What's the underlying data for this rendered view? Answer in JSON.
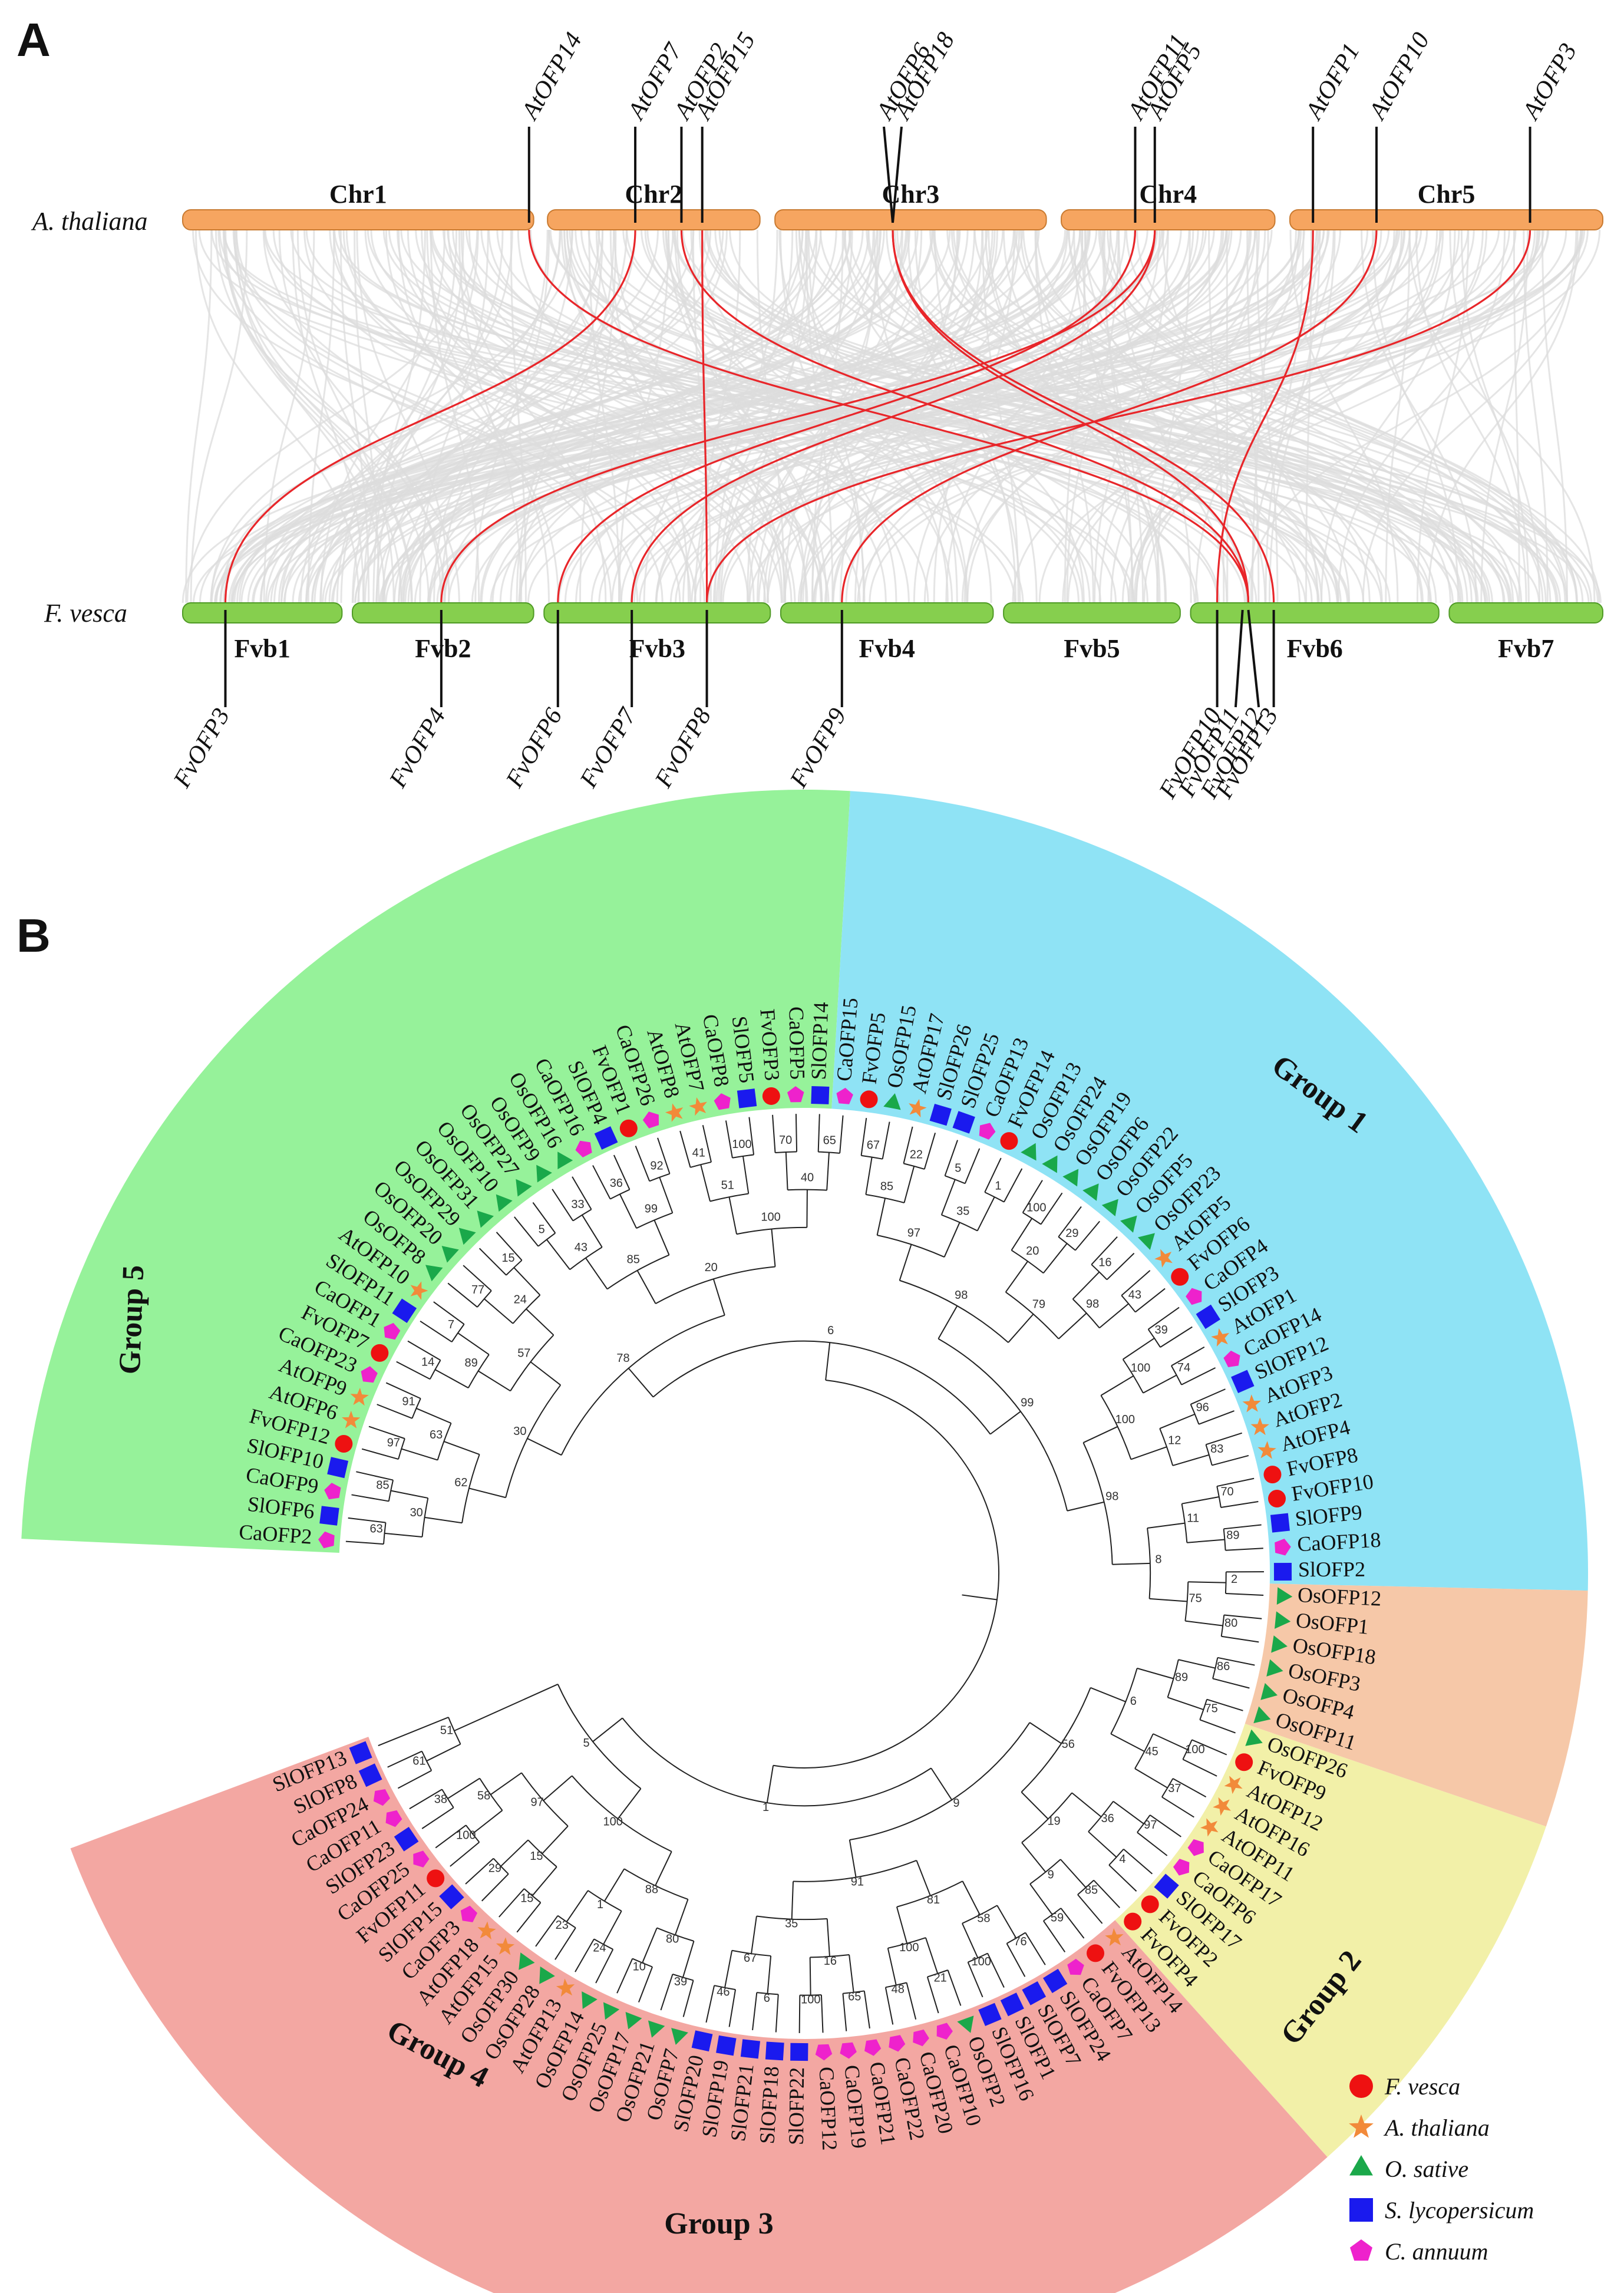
{
  "panel_a": {
    "label": "A",
    "top_species": "A. thaliana",
    "bottom_species": "F. vesca",
    "top_chromosomes": [
      {
        "name": "Chr1",
        "start": 0,
        "end": 30.4
      },
      {
        "name": "Chr2",
        "start": 31.6,
        "end": 50.0
      },
      {
        "name": "Chr3",
        "start": 51.3,
        "end": 74.8
      },
      {
        "name": "Chr4",
        "start": 76.1,
        "end": 94.6
      },
      {
        "name": "Chr5",
        "start": 95.9,
        "end": 123.0
      }
    ],
    "bottom_chromosomes": [
      {
        "name": "Fvb1",
        "start": 0,
        "end": 13.8
      },
      {
        "name": "Fvb2",
        "start": 14.7,
        "end": 30.4
      },
      {
        "name": "Fvb3",
        "start": 31.3,
        "end": 50.9
      },
      {
        "name": "Fvb4",
        "start": 51.8,
        "end": 70.2
      },
      {
        "name": "Fvb5",
        "start": 71.1,
        "end": 86.4
      },
      {
        "name": "Fvb6",
        "start": 87.3,
        "end": 108.8
      },
      {
        "name": "Fvb7",
        "start": 109.7,
        "end": 123.0
      }
    ],
    "top_genes": [
      {
        "name": "AtOFP14",
        "pos": 30.0
      },
      {
        "name": "AtOFP7",
        "pos": 39.2
      },
      {
        "name": "AtOFP2",
        "pos": 43.2
      },
      {
        "name": "AtOFP15",
        "pos": 45.0
      },
      {
        "name": "AtOFP6",
        "pos": 61.5
      },
      {
        "name": "AtOFP18",
        "pos": 61.5
      },
      {
        "name": "AtOFP11",
        "pos": 82.5
      },
      {
        "name": "AtOFP5",
        "pos": 84.2
      },
      {
        "name": "AtOFP1",
        "pos": 97.9
      },
      {
        "name": "AtOFP10",
        "pos": 103.4
      },
      {
        "name": "AtOFP3",
        "pos": 116.7
      }
    ],
    "bottom_genes": [
      {
        "name": "FvOFP3",
        "pos": 3.7
      },
      {
        "name": "FvOFP4",
        "pos": 22.4
      },
      {
        "name": "FvOFP6",
        "pos": 32.5
      },
      {
        "name": "FvOFP7",
        "pos": 38.9
      },
      {
        "name": "FvOFP8",
        "pos": 45.4
      },
      {
        "name": "FvOFP9",
        "pos": 57.1
      },
      {
        "name": "FvOFP10",
        "pos": 89.6
      },
      {
        "name": "FvOFP11",
        "pos": 91.8
      },
      {
        "name": "FvOFP12",
        "pos": 92.3
      },
      {
        "name": "FvOFP13",
        "pos": 94.5
      }
    ],
    "synteny_links": [
      [
        "AtOFP14",
        "FvOFP12"
      ],
      [
        "AtOFP7",
        "FvOFP3"
      ],
      [
        "AtOFP2",
        "FvOFP12"
      ],
      [
        "AtOFP15",
        "FvOFP8"
      ],
      [
        "AtOFP6",
        "FvOFP13"
      ],
      [
        "AtOFP18",
        "FvOFP12"
      ],
      [
        "AtOFP11",
        "FvOFP6"
      ],
      [
        "AtOFP5",
        "FvOFP7"
      ],
      [
        "AtOFP5",
        "FvOFP4"
      ],
      [
        "AtOFP1",
        "FvOFP10"
      ],
      [
        "AtOFP10",
        "FvOFP9"
      ],
      [
        "AtOFP3",
        "FvOFP8"
      ]
    ]
  },
  "panel_b": {
    "label": "B",
    "groups": [
      {
        "name": "Group 1",
        "color": "#96f29a"
      },
      {
        "name": "Group 2",
        "color": "#8fe3f5"
      },
      {
        "name": "Group 3",
        "color": "#f6c8a8"
      },
      {
        "name": "Group 4",
        "color": "#f2f0a8"
      },
      {
        "name": "Group 5",
        "color": "#f3a7a2"
      }
    ],
    "leaves": [
      {
        "name": "CaOFP2",
        "sp": "ca",
        "g": 0
      },
      {
        "name": "SlOFP6",
        "sp": "sl",
        "g": 0
      },
      {
        "name": "CaOFP9",
        "sp": "ca",
        "g": 0
      },
      {
        "name": "SlOFP10",
        "sp": "sl",
        "g": 0
      },
      {
        "name": "FvOFP12",
        "sp": "fv",
        "g": 0
      },
      {
        "name": "AtOFP6",
        "sp": "at",
        "g": 0
      },
      {
        "name": "AtOFP9",
        "sp": "at",
        "g": 0
      },
      {
        "name": "CaOFP23",
        "sp": "ca",
        "g": 0
      },
      {
        "name": "FvOFP7",
        "sp": "fv",
        "g": 0
      },
      {
        "name": "CaOFP1",
        "sp": "ca",
        "g": 0
      },
      {
        "name": "SlOFP11",
        "sp": "sl",
        "g": 0
      },
      {
        "name": "AtOFP10",
        "sp": "at",
        "g": 0
      },
      {
        "name": "OsOFP8",
        "sp": "os",
        "g": 0
      },
      {
        "name": "OsOFP20",
        "sp": "os",
        "g": 0
      },
      {
        "name": "OsOFP29",
        "sp": "os",
        "g": 0
      },
      {
        "name": "OsOFP31",
        "sp": "os",
        "g": 0
      },
      {
        "name": "OsOFP10",
        "sp": "os",
        "g": 0
      },
      {
        "name": "OsOFP27",
        "sp": "os",
        "g": 0
      },
      {
        "name": "OsOFP9",
        "sp": "os",
        "g": 0
      },
      {
        "name": "OsOFP16",
        "sp": "os",
        "g": 0
      },
      {
        "name": "CaOFP16",
        "sp": "ca",
        "g": 0
      },
      {
        "name": "SlOFP4",
        "sp": "sl",
        "g": 0
      },
      {
        "name": "FvOFP1",
        "sp": "fv",
        "g": 0
      },
      {
        "name": "CaOFP26",
        "sp": "ca",
        "g": 0
      },
      {
        "name": "AtOFP8",
        "sp": "at",
        "g": 0
      },
      {
        "name": "AtOFP7",
        "sp": "at",
        "g": 0
      },
      {
        "name": "CaOFP8",
        "sp": "ca",
        "g": 0
      },
      {
        "name": "SlOFP5",
        "sp": "sl",
        "g": 0
      },
      {
        "name": "FvOFP3",
        "sp": "fv",
        "g": 0
      },
      {
        "name": "CaOFP5",
        "sp": "ca",
        "g": 0
      },
      {
        "name": "SlOFP14",
        "sp": "sl",
        "g": 0
      },
      {
        "name": "CaOFP15",
        "sp": "ca",
        "g": 1
      },
      {
        "name": "FvOFP5",
        "sp": "fv",
        "g": 1
      },
      {
        "name": "OsOFP15",
        "sp": "os",
        "g": 1
      },
      {
        "name": "AtOFP17",
        "sp": "at",
        "g": 1
      },
      {
        "name": "SlOFP26",
        "sp": "sl",
        "g": 1
      },
      {
        "name": "SlOFP25",
        "sp": "sl",
        "g": 1
      },
      {
        "name": "CaOFP13",
        "sp": "ca",
        "g": 1
      },
      {
        "name": "FvOFP14",
        "sp": "fv",
        "g": 1
      },
      {
        "name": "OsOFP13",
        "sp": "os",
        "g": 1
      },
      {
        "name": "OsOFP24",
        "sp": "os",
        "g": 1
      },
      {
        "name": "OsOFP19",
        "sp": "os",
        "g": 1
      },
      {
        "name": "OsOFP6",
        "sp": "os",
        "g": 1
      },
      {
        "name": "OsOFP22",
        "sp": "os",
        "g": 1
      },
      {
        "name": "OsOFP5",
        "sp": "os",
        "g": 1
      },
      {
        "name": "OsOFP23",
        "sp": "os",
        "g": 1
      },
      {
        "name": "AtOFP5",
        "sp": "at",
        "g": 1
      },
      {
        "name": "FvOFP6",
        "sp": "fv",
        "g": 1
      },
      {
        "name": "CaOFP4",
        "sp": "ca",
        "g": 1
      },
      {
        "name": "SlOFP3",
        "sp": "sl",
        "g": 1
      },
      {
        "name": "AtOFP1",
        "sp": "at",
        "g": 1
      },
      {
        "name": "CaOFP14",
        "sp": "ca",
        "g": 1
      },
      {
        "name": "SlOFP12",
        "sp": "sl",
        "g": 1
      },
      {
        "name": "AtOFP3",
        "sp": "at",
        "g": 1
      },
      {
        "name": "AtOFP2",
        "sp": "at",
        "g": 1
      },
      {
        "name": "AtOFP4",
        "sp": "at",
        "g": 1
      },
      {
        "name": "FvOFP8",
        "sp": "fv",
        "g": 1
      },
      {
        "name": "FvOFP10",
        "sp": "fv",
        "g": 1
      },
      {
        "name": "SlOFP9",
        "sp": "sl",
        "g": 1
      },
      {
        "name": "CaOFP18",
        "sp": "ca",
        "g": 1
      },
      {
        "name": "SlOFP2",
        "sp": "sl",
        "g": 1
      },
      {
        "name": "OsOFP12",
        "sp": "os",
        "g": 2
      },
      {
        "name": "OsOFP1",
        "sp": "os",
        "g": 2
      },
      {
        "name": "OsOFP18",
        "sp": "os",
        "g": 2
      },
      {
        "name": "OsOFP3",
        "sp": "os",
        "g": 2
      },
      {
        "name": "OsOFP4",
        "sp": "os",
        "g": 2
      },
      {
        "name": "OsOFP11",
        "sp": "os",
        "g": 2
      },
      {
        "name": "OsOFP26",
        "sp": "os",
        "g": 3
      },
      {
        "name": "FvOFP9",
        "sp": "fv",
        "g": 3
      },
      {
        "name": "AtOFP12",
        "sp": "at",
        "g": 3
      },
      {
        "name": "AtOFP16",
        "sp": "at",
        "g": 3
      },
      {
        "name": "AtOFP11",
        "sp": "at",
        "g": 3
      },
      {
        "name": "CaOFP17",
        "sp": "ca",
        "g": 3
      },
      {
        "name": "CaOFP6",
        "sp": "ca",
        "g": 3
      },
      {
        "name": "SlOFP17",
        "sp": "sl",
        "g": 3
      },
      {
        "name": "FvOFP2",
        "sp": "fv",
        "g": 3
      },
      {
        "name": "FvOFP4",
        "sp": "fv",
        "g": 3
      },
      {
        "name": "AtOFP14",
        "sp": "at",
        "g": 4
      },
      {
        "name": "FvOFP13",
        "sp": "fv",
        "g": 4
      },
      {
        "name": "CaOFP7",
        "sp": "ca",
        "g": 4
      },
      {
        "name": "SlOFP24",
        "sp": "sl",
        "g": 4
      },
      {
        "name": "SlOFP7",
        "sp": "sl",
        "g": 4
      },
      {
        "name": "SlOFP1",
        "sp": "sl",
        "g": 4
      },
      {
        "name": "SlOFP16",
        "sp": "sl",
        "g": 4
      },
      {
        "name": "OsOFP2",
        "sp": "os",
        "g": 4
      },
      {
        "name": "CaOFP10",
        "sp": "ca",
        "g": 4
      },
      {
        "name": "CaOFP20",
        "sp": "ca",
        "g": 4
      },
      {
        "name": "CaOFP22",
        "sp": "ca",
        "g": 4
      },
      {
        "name": "CaOFP21",
        "sp": "ca",
        "g": 4
      },
      {
        "name": "CaOFP19",
        "sp": "ca",
        "g": 4
      },
      {
        "name": "CaOFP12",
        "sp": "ca",
        "g": 4
      },
      {
        "name": "SlOFP22",
        "sp": "sl",
        "g": 4
      },
      {
        "name": "SlOFP18",
        "sp": "sl",
        "g": 4
      },
      {
        "name": "SlOFP21",
        "sp": "sl",
        "g": 4
      },
      {
        "name": "SlOFP19",
        "sp": "sl",
        "g": 4
      },
      {
        "name": "SlOFP20",
        "sp": "sl",
        "g": 4
      },
      {
        "name": "OsOFP7",
        "sp": "os",
        "g": 4
      },
      {
        "name": "OsOFP21",
        "sp": "os",
        "g": 4
      },
      {
        "name": "OsOFP17",
        "sp": "os",
        "g": 4
      },
      {
        "name": "OsOFP25",
        "sp": "os",
        "g": 4
      },
      {
        "name": "OsOFP14",
        "sp": "os",
        "g": 4
      },
      {
        "name": "AtOFP13",
        "sp": "at",
        "g": 4
      },
      {
        "name": "OsOFP28",
        "sp": "os",
        "g": 4
      },
      {
        "name": "OsOFP30",
        "sp": "os",
        "g": 4
      },
      {
        "name": "AtOFP15",
        "sp": "at",
        "g": 4
      },
      {
        "name": "AtOFP18",
        "sp": "at",
        "g": 4
      },
      {
        "name": "CaOFP3",
        "sp": "ca",
        "g": 4
      },
      {
        "name": "SlOFP15",
        "sp": "sl",
        "g": 4
      },
      {
        "name": "FvOFP11",
        "sp": "fv",
        "g": 4
      },
      {
        "name": "CaOFP25",
        "sp": "ca",
        "g": 4
      },
      {
        "name": "SlOFP23",
        "sp": "sl",
        "g": 4
      },
      {
        "name": "CaOFP11",
        "sp": "ca",
        "g": 4
      },
      {
        "name": "CaOFP24",
        "sp": "ca",
        "g": 4
      },
      {
        "name": "SlOFP8",
        "sp": "sl",
        "g": 4
      },
      {
        "name": "SlOFP13",
        "sp": "sl",
        "g": 4
      }
    ],
    "bootstrap_values": [
      "63",
      "85",
      "97",
      "91",
      "14",
      "7",
      "77",
      "15",
      "5",
      "33",
      "36",
      "92",
      "41",
      "100",
      "70",
      "65",
      "67",
      "22",
      "5",
      "1",
      "100",
      "29",
      "16",
      "43",
      "39",
      "74",
      "96",
      "83",
      "70",
      "89",
      "2",
      "80",
      "86",
      "75",
      "100",
      "37",
      "97",
      "4",
      "85",
      "59",
      "76",
      "100",
      "21",
      "48",
      "65",
      "100",
      "6",
      "46",
      "39",
      "10",
      "24",
      "23",
      "15",
      "29",
      "100",
      "38",
      "61",
      "30",
      "63",
      "89",
      "24",
      "43",
      "99",
      "51",
      "40",
      "85",
      "35",
      "20",
      "98",
      "100",
      "12",
      "11",
      "75",
      "89",
      "45",
      "36",
      "9",
      "58",
      "100",
      "16",
      "67",
      "80",
      "1",
      "15",
      "58",
      "51",
      "62",
      "57",
      "85",
      "100",
      "97",
      "79",
      "100",
      "8",
      "6",
      "19",
      "81",
      "35",
      "88",
      "97",
      "30",
      "20",
      "98",
      "98",
      "56",
      "91",
      "100",
      "78",
      "99",
      "9",
      "5",
      "6",
      "1"
    ],
    "legend": [
      {
        "sp": "fv",
        "label": "F. vesca",
        "color": "#ee1111",
        "shape": "circle"
      },
      {
        "sp": "at",
        "label": "A. thaliana",
        "color": "#f28a3a",
        "shape": "star"
      },
      {
        "sp": "os",
        "label": "O. sative",
        "color": "#1aa84a",
        "shape": "triangle"
      },
      {
        "sp": "sl",
        "label": "S. lycopersicum",
        "color": "#1a1aee",
        "shape": "square"
      },
      {
        "sp": "ca",
        "label": "C. annuum",
        "color": "#ee22cc",
        "shape": "pentagon"
      }
    ]
  }
}
